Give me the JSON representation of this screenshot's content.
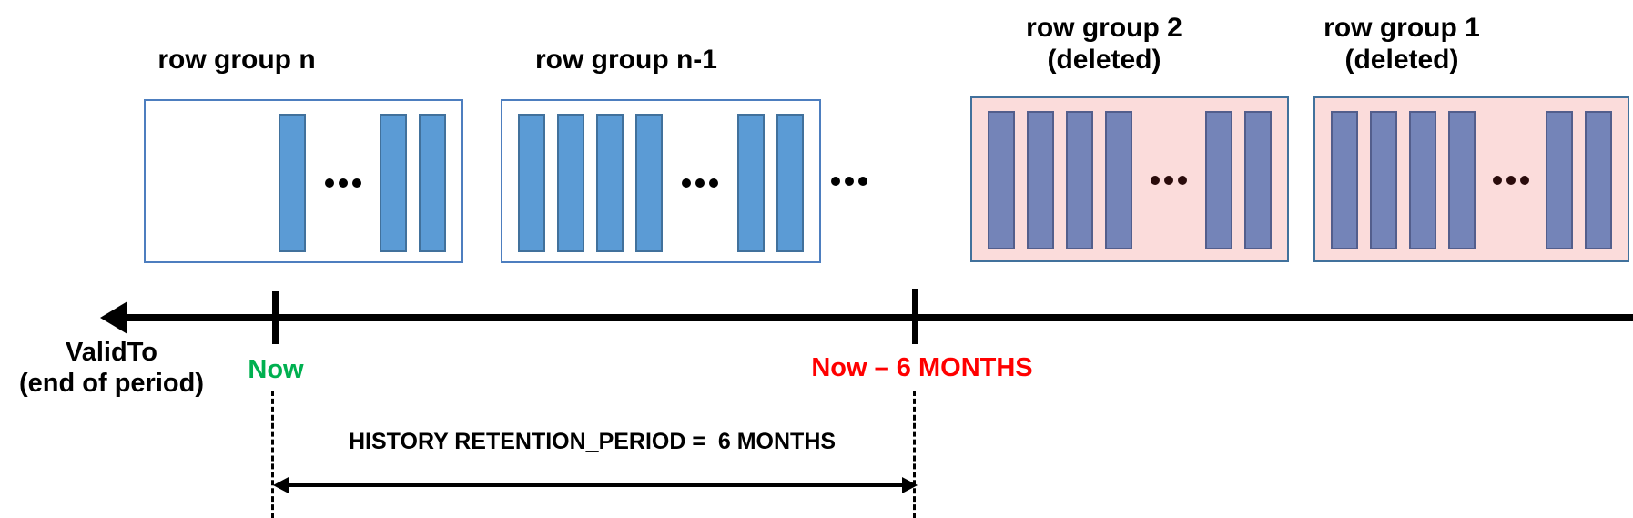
{
  "diagram": {
    "row_groups": [
      {
        "title_lines": [
          "row group n"
        ],
        "deleted": false,
        "leading_bars": 1,
        "trailing_bars": 2,
        "has_ellipsis": true
      },
      {
        "title_lines": [
          "row group n-1"
        ],
        "deleted": false,
        "leading_bars": 4,
        "trailing_bars": 2,
        "has_ellipsis": true
      },
      {
        "title_lines": [
          "row group 2",
          "(deleted)"
        ],
        "deleted": true,
        "leading_bars": 4,
        "trailing_bars": 2,
        "has_ellipsis": true
      },
      {
        "title_lines": [
          "row group 1",
          "(deleted)"
        ],
        "deleted": true,
        "leading_bars": 4,
        "trailing_bars": 2,
        "has_ellipsis": true
      }
    ],
    "timeline": {
      "axis_label_lines": [
        "ValidTo",
        "(end of period)"
      ],
      "now_label": "Now",
      "past_label": "Now – 6 MONTHS",
      "retention_label": "HISTORY RETENTION_PERIOD =  6 MONTHS"
    },
    "colors": {
      "bar_fill": "#5B9BD5",
      "bar_border": "#41719C",
      "box_border": "#4d7ebf",
      "deleted_box_fill": "#FBDCDB",
      "deleted_box_border": "#41719C",
      "deleted_bar_fill": "#7484B8",
      "deleted_bar_border": "#535E8C",
      "now_color": "#00B050",
      "past_color": "#FF0000"
    }
  }
}
